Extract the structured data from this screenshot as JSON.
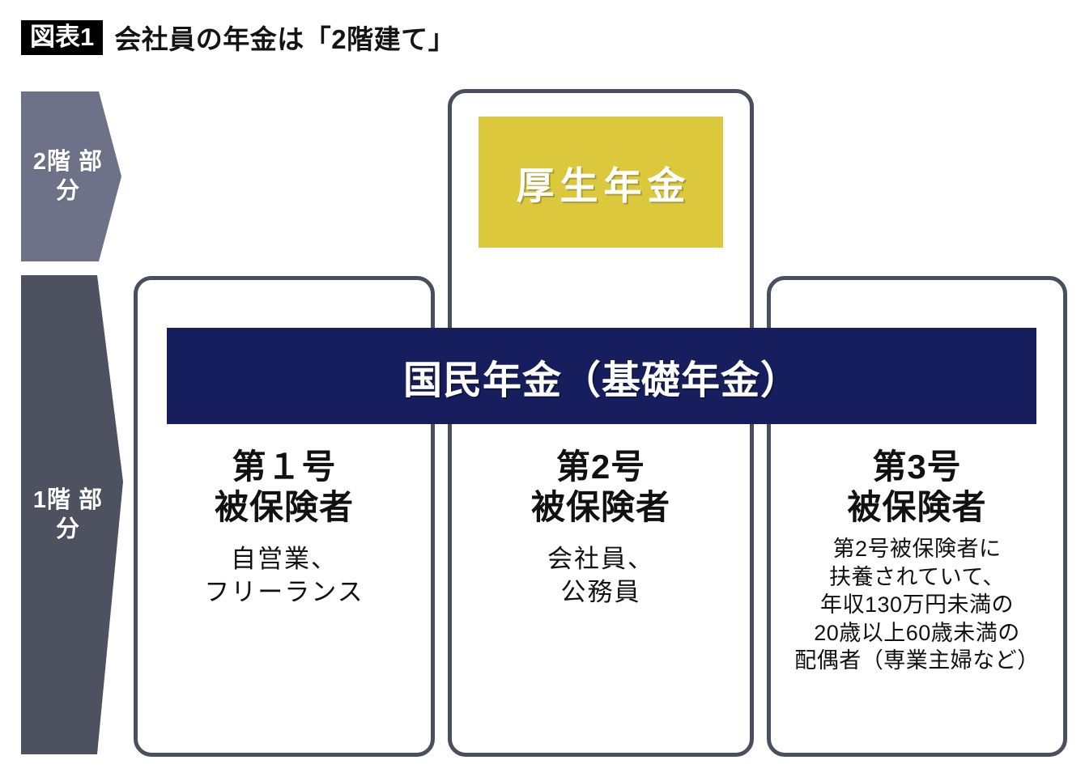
{
  "header": {
    "badge": "図表1",
    "title": "会社員の年金は「2階建て」"
  },
  "tiers": [
    {
      "id": "tier-2",
      "label": "2階\n部分",
      "color": "#6e7288"
    },
    {
      "id": "tier-1",
      "label": "1階\n部分",
      "color": "#4e515f"
    }
  ],
  "bands": {
    "employee_pension": {
      "label": "厚生年金",
      "color": "#dcc83c",
      "text_color": "#ffffff"
    },
    "national_pension": {
      "label": "国民年金（基礎年金）",
      "color": "#161e5e",
      "text_color": "#ffffff"
    }
  },
  "columns": [
    {
      "heading": "第１号\n被保険者",
      "description": "自営業、\nフリーランス"
    },
    {
      "heading": "第2号\n被保険者",
      "description": "会社員、\n公務員"
    },
    {
      "heading": "第3号\n被保険者",
      "description": "第2号被保険者に\n扶養されていて、\n年収130万円未満の\n20歳以上60歳未満の\n配偶者（専業主婦など）"
    }
  ],
  "style": {
    "card_border_color": "#4a4f60",
    "background": "#ffffff",
    "title_badge_bg": "#000000"
  }
}
